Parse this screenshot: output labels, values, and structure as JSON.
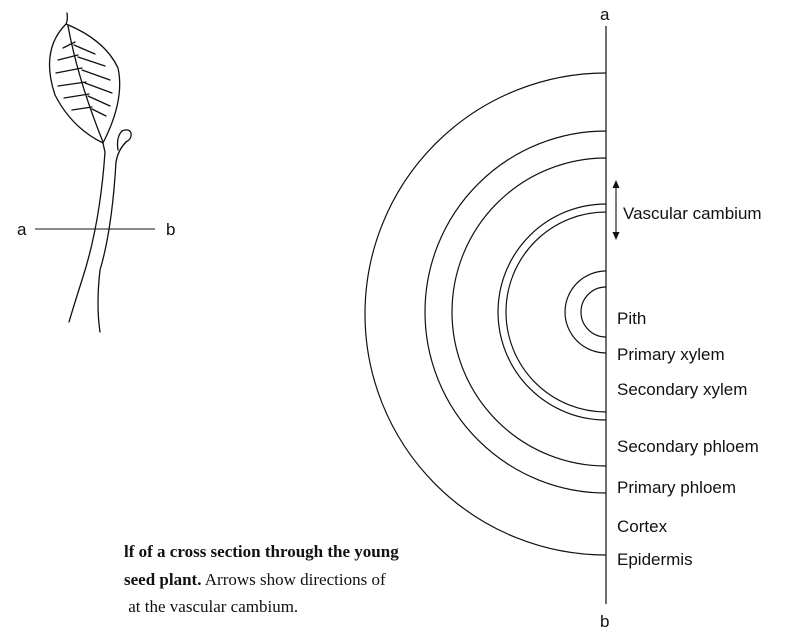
{
  "sketch": {
    "label_a": "a",
    "label_b": "b"
  },
  "diagram": {
    "axis_top_label": "a",
    "axis_bottom_label": "b",
    "layers": [
      "Vascular cambium",
      "Pith",
      "Primary xylem",
      "Secondary xylem",
      "Secondary phloem",
      "Primary phloem",
      "Cortex",
      "Epidermis"
    ]
  },
  "caption": {
    "line1_bold": "lf of a cross section through the young",
    "line2_bold": "seed plant.",
    "line2_rest": " Arrows show directions of",
    "line3": " at the vascular cambium."
  }
}
